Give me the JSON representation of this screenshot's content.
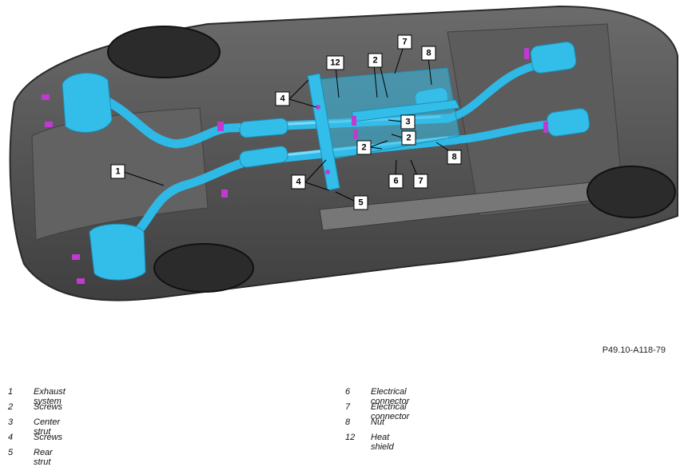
{
  "figure": {
    "code": "P49.10-A118-79",
    "callouts": [
      {
        "id": "c1",
        "label": "1"
      },
      {
        "id": "c2a",
        "label": "2"
      },
      {
        "id": "c2b",
        "label": "2"
      },
      {
        "id": "c2c",
        "label": "2"
      },
      {
        "id": "c3",
        "label": "3"
      },
      {
        "id": "c4a",
        "label": "4"
      },
      {
        "id": "c4b",
        "label": "4"
      },
      {
        "id": "c5",
        "label": "5"
      },
      {
        "id": "c6",
        "label": "6"
      },
      {
        "id": "c7a",
        "label": "7"
      },
      {
        "id": "c7b",
        "label": "7"
      },
      {
        "id": "c8a",
        "label": "8"
      },
      {
        "id": "c8b",
        "label": "8"
      },
      {
        "id": "c12",
        "label": "12"
      }
    ]
  },
  "legend": {
    "left": [
      {
        "num": "1",
        "text": "Exhaust system"
      },
      {
        "num": "2",
        "text": "Screws"
      },
      {
        "num": "3",
        "text": "Center strut"
      },
      {
        "num": "4",
        "text": "Screws"
      },
      {
        "num": "5",
        "text": "Rear strut"
      }
    ],
    "right": [
      {
        "num": "6",
        "text": "Electrical connector"
      },
      {
        "num": "7",
        "text": "Electrical connector"
      },
      {
        "num": "8",
        "text": "Nut"
      },
      {
        "num": "12",
        "text": "Heat shield"
      }
    ]
  },
  "colors": {
    "exhaust": "#2fb9e6",
    "fastener": "#c03ad0",
    "underbody": "#5a5a5a"
  }
}
